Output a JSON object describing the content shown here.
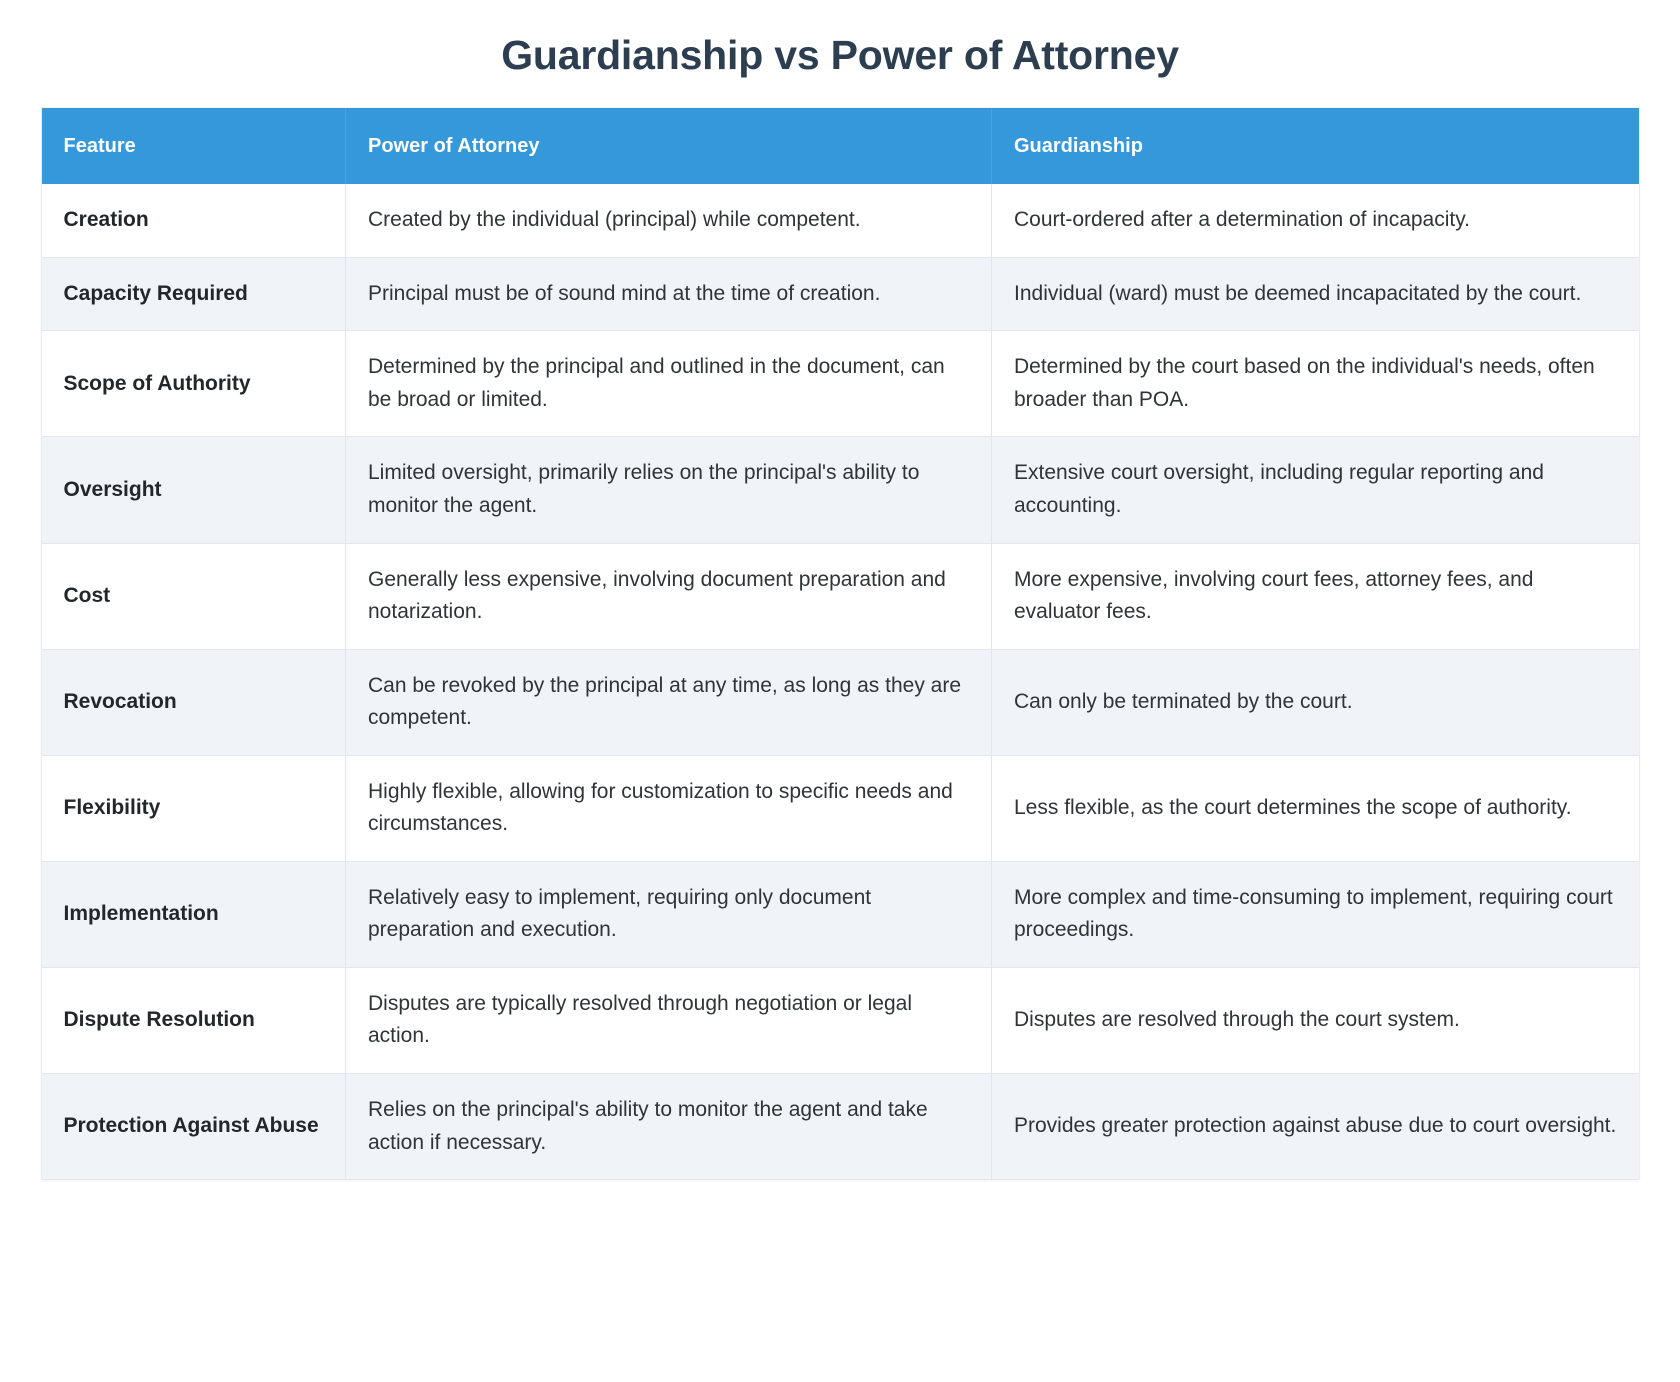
{
  "title": "Guardianship vs Power of Attorney",
  "theme": {
    "header_bg": "#3498db",
    "header_text": "#ffffff",
    "title_color": "#2c3e50",
    "row_alt_bg": "#f0f4f8",
    "row_bg": "#ffffff",
    "border_color": "#e3e7eb",
    "body_text": "#2f3437"
  },
  "table": {
    "columns": [
      "Feature",
      "Power of Attorney",
      "Guardianship"
    ],
    "rows": [
      {
        "feature": "Creation",
        "poa": "Created by the individual (principal) while competent.",
        "guardianship": "Court-ordered after a determination of incapacity."
      },
      {
        "feature": "Capacity Required",
        "poa": "Principal must be of sound mind at the time of creation.",
        "guardianship": "Individual (ward) must be deemed incapacitated by the court."
      },
      {
        "feature": "Scope of Authority",
        "poa": "Determined by the principal and outlined in the document, can be broad or limited.",
        "guardianship": "Determined by the court based on the individual's needs, often broader than POA."
      },
      {
        "feature": "Oversight",
        "poa": "Limited oversight, primarily relies on the principal's ability to monitor the agent.",
        "guardianship": "Extensive court oversight, including regular reporting and accounting."
      },
      {
        "feature": "Cost",
        "poa": "Generally less expensive, involving document preparation and notarization.",
        "guardianship": "More expensive, involving court fees, attorney fees, and evaluator fees."
      },
      {
        "feature": "Revocation",
        "poa": "Can be revoked by the principal at any time, as long as they are competent.",
        "guardianship": "Can only be terminated by the court."
      },
      {
        "feature": "Flexibility",
        "poa": "Highly flexible, allowing for customization to specific needs and circumstances.",
        "guardianship": "Less flexible, as the court determines the scope of authority."
      },
      {
        "feature": "Implementation",
        "poa": "Relatively easy to implement, requiring only document preparation and execution.",
        "guardianship": "More complex and time-consuming to implement, requiring court proceedings."
      },
      {
        "feature": "Dispute Resolution",
        "poa": "Disputes are typically resolved through negotiation or legal action.",
        "guardianship": "Disputes are resolved through the court system."
      },
      {
        "feature": "Protection Against Abuse",
        "poa": "Relies on the principal's ability to monitor the agent and take action if necessary.",
        "guardianship": "Provides greater protection against abuse due to court oversight."
      }
    ]
  }
}
